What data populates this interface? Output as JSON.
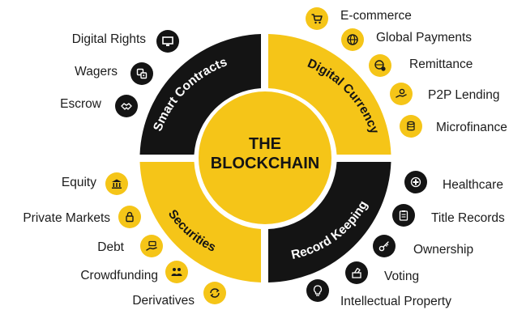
{
  "center": {
    "line1": "THE",
    "line2": "BLOCKCHAIN"
  },
  "segments": {
    "smart_contracts": "Smart Contracts",
    "digital_currency": "Digital Currency",
    "securities": "Securities",
    "record_keeping": "Record Keeping"
  },
  "smart_contracts_items": [
    "Digital Rights",
    "Wagers",
    "Escrow"
  ],
  "digital_currency_items": [
    "E-commerce",
    "Global Payments",
    "Remittance",
    "P2P Lending",
    "Microfinance"
  ],
  "securities_items": [
    "Equity",
    "Private Markets",
    "Debt",
    "Crowdfunding",
    "Derivatives"
  ],
  "record_keeping_items": [
    "Healthcare",
    "Title Records",
    "Ownership",
    "Voting",
    "Intellectual Property"
  ],
  "colors": {
    "accent": "#f5c518",
    "dark": "#141414",
    "text": "#1c1c1c"
  },
  "icons": {
    "smart_contracts": [
      "monitor-icon",
      "dice-icon",
      "handshake-icon"
    ],
    "digital_currency": [
      "cart-icon",
      "globe-icon",
      "globe-coin-icon",
      "hand-coin-icon",
      "coins-icon"
    ],
    "securities": [
      "bank-icon",
      "lock-icon",
      "hand-money-icon",
      "people-icon",
      "cycle-icon"
    ],
    "record_keeping": [
      "medical-cross-icon",
      "clipboard-icon",
      "key-icon",
      "ballot-icon",
      "lightbulb-icon"
    ]
  }
}
